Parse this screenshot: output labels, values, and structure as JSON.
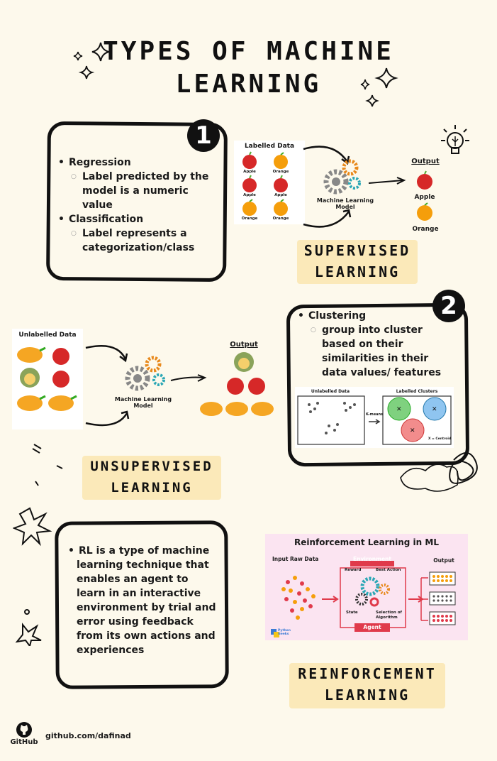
{
  "title": {
    "line1": "TYPES OF MACHINE",
    "line2": "LEARNING"
  },
  "supervised": {
    "number": "1",
    "bullets": [
      {
        "text": "Regression",
        "sub": "Label predicted by the model is a numeric value"
      },
      {
        "text": "Classification",
        "sub": "Label represents a categorization/class"
      }
    ],
    "panel": {
      "header": "Labelled Data",
      "fruit_labels": [
        "Apple",
        "Orange",
        "Apple",
        "Apple",
        "Orange",
        "Orange"
      ],
      "model_label": "Machine Learning Model",
      "output_header": "Output",
      "outputs": [
        "Apple",
        "Orange"
      ]
    },
    "label_line1": "SUPERVISED",
    "label_line2": "LEARNING"
  },
  "unsupervised": {
    "number": "2",
    "bullet": "Clustering",
    "sub": "group into cluster based on their similarities in their data values/ features",
    "panel": {
      "header": "Unlabelled Data",
      "model_label": "Machine Learning Model",
      "output_header": "Output"
    },
    "cluster_panel": {
      "left_title": "Unlabelled Data",
      "right_title": "Labelled Clusters",
      "arrow_label": "K-means",
      "legend": "X = Centroid"
    },
    "label_line1": "UNSUPERVISED",
    "label_line2": "LEARNING"
  },
  "reinforcement": {
    "bullet": "RL is a type of machine learning technique that enables an agent to learn in an interactive environment by trial and error using feedback from its own actions and experiences",
    "diagram": {
      "title": "Reinforcement Learning in ML",
      "input_label": "Input Raw Data",
      "environment": "Environment",
      "reward": "Reward",
      "best_action": "Best Action",
      "state": "State",
      "selection": "Selection of Algorithm",
      "agent": "Agent",
      "output": "Output",
      "brand": "Python Geeks"
    },
    "label_line1": "REINFORCEMENT",
    "label_line2": "LEARNING"
  },
  "footer": {
    "logo_text": "GitHub",
    "link": "github.com/dafinad"
  },
  "colors": {
    "background": "#fdf9ec",
    "label_bg": "#fbe9b9",
    "ink": "#111111",
    "apple": "#d62828",
    "orange": "#f59e0b",
    "rl_bg": "#fbe4f1",
    "rl_red": "#e03a4b"
  }
}
